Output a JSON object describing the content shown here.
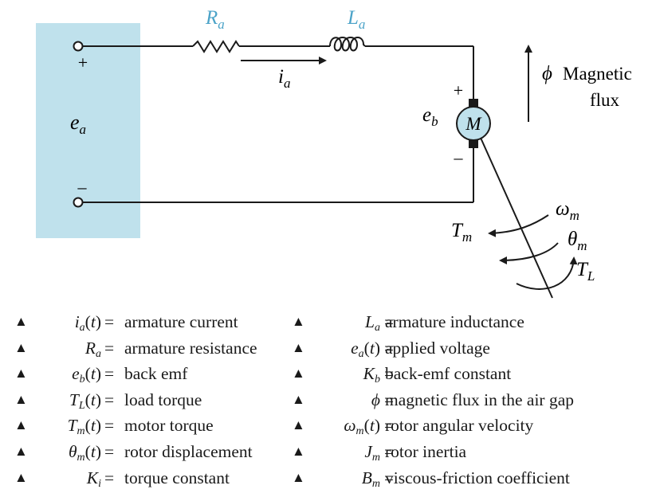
{
  "diagram": {
    "source_label": "e",
    "source_label_sub": "a",
    "plus_terminal": "+",
    "minus_terminal": "–",
    "resistor_label": "R",
    "resistor_label_sub": "a",
    "inductor_label": "L",
    "inductor_label_sub": "a",
    "current_label": "i",
    "current_label_sub": "a",
    "backemf_label": "e",
    "backemf_label_sub": "b",
    "motor_label": "M",
    "motor_plus": "+",
    "motor_minus": "–",
    "flux_symbol": "ϕ",
    "flux_text_line1": "Magnetic",
    "flux_text_line2": "flux",
    "omega_label": "ω",
    "omega_label_sub": "m",
    "tm_label": "T",
    "tm_label_sub": "m",
    "theta_label": "θ",
    "theta_label_sub": "m",
    "tl_label": "T",
    "tl_label_sub": "L",
    "colors": {
      "source_box": "#bfe1ec",
      "component_label": "#4ba3c8",
      "line": "#1a1a1a"
    }
  },
  "legend": {
    "bullet": "▲",
    "equals": "=",
    "left": [
      {
        "sym": "i",
        "sub": "a",
        "arg": "(t)",
        "desc": "armature current"
      },
      {
        "sym": "R",
        "sub": "a",
        "arg": "",
        "desc": "armature resistance"
      },
      {
        "sym": "e",
        "sub": "b",
        "arg": "(t)",
        "desc": "back emf"
      },
      {
        "sym": "T",
        "sub": "L",
        "arg": "(t)",
        "desc": "load torque"
      },
      {
        "sym": "T",
        "sub": "m",
        "arg": "(t)",
        "desc": "motor torque"
      },
      {
        "sym": "θ",
        "sub": "m",
        "arg": "(t)",
        "desc": "rotor displacement"
      },
      {
        "sym": "K",
        "sub": "i",
        "arg": "",
        "desc": "torque constant"
      }
    ],
    "right": [
      {
        "sym": "L",
        "sub": "a",
        "arg": "",
        "desc": "armature inductance"
      },
      {
        "sym": "e",
        "sub": "a",
        "arg": "(t)",
        "desc": "applied voltage"
      },
      {
        "sym": "K",
        "sub": "b",
        "arg": "",
        "desc": "back-emf constant"
      },
      {
        "sym": "ϕ",
        "sub": "",
        "arg": "",
        "desc": "magnetic flux in the air gap"
      },
      {
        "sym": "ω",
        "sub": "m",
        "arg": "(t)",
        "desc": "rotor angular velocity"
      },
      {
        "sym": "J",
        "sub": "m",
        "arg": "",
        "desc": "rotor inertia"
      },
      {
        "sym": "B",
        "sub": "m",
        "arg": "",
        "desc": "viscous-friction coefficient"
      }
    ]
  }
}
